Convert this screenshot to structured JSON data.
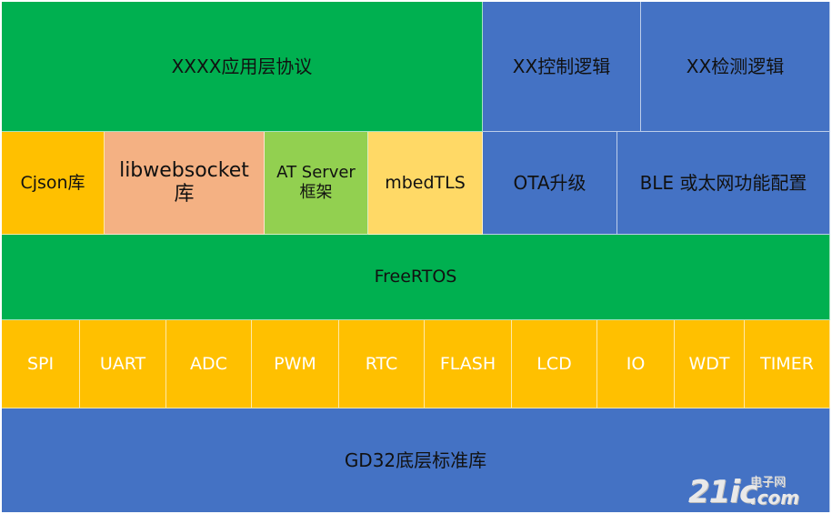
{
  "layers": {
    "app": {
      "protocol": "XXXX应用层协议",
      "control": "XX控制逻辑",
      "detect": "XX检测逻辑"
    },
    "middleware": {
      "cjson": "Cjson库",
      "libwebsocket": "libwebsocket库",
      "at_server": "AT Server框架",
      "mbedtls": "mbedTLS",
      "ota": "OTA升级",
      "ble": "BLE 或太网功能配置"
    },
    "rtos": "FreeRTOS",
    "drivers": [
      "SPI",
      "UART",
      "ADC",
      "PWM",
      "RTC",
      "FLASH",
      "LCD",
      "IO",
      "WDT",
      "TIMER"
    ],
    "base": "GD32底层标准库"
  },
  "watermark": {
    "brand": "21ic",
    "cn": "电子网",
    "domain": ".com"
  }
}
